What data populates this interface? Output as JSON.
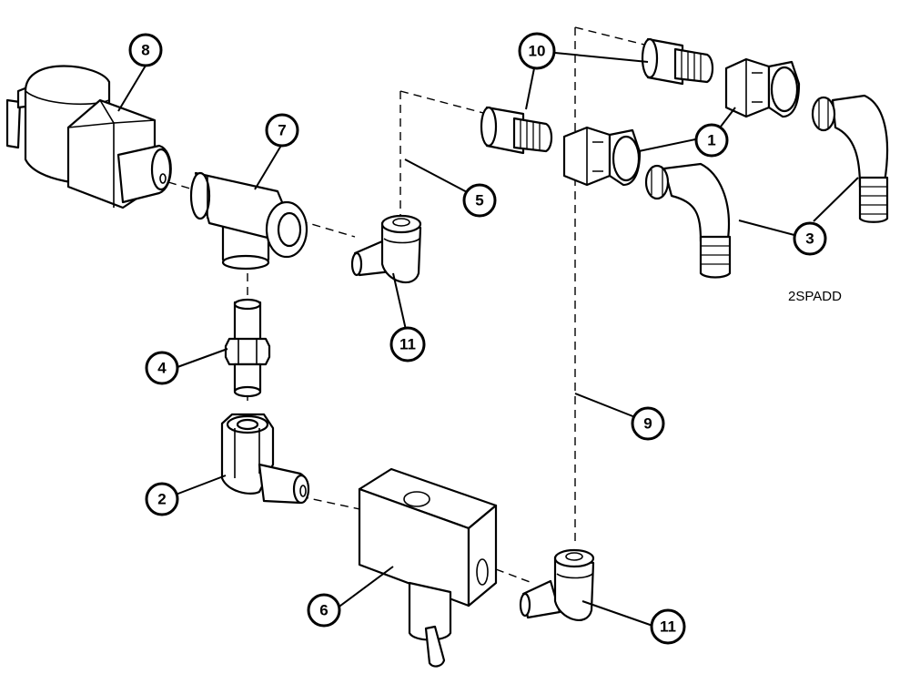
{
  "drawing_id": "2SPADD",
  "callouts": {
    "c8": "8",
    "c7": "7",
    "c10": "10",
    "c1": "1",
    "c5": "5",
    "c3": "3",
    "c11a": "11",
    "c4": "4",
    "c9": "9",
    "c2": "2",
    "c6": "6",
    "c11b": "11"
  }
}
